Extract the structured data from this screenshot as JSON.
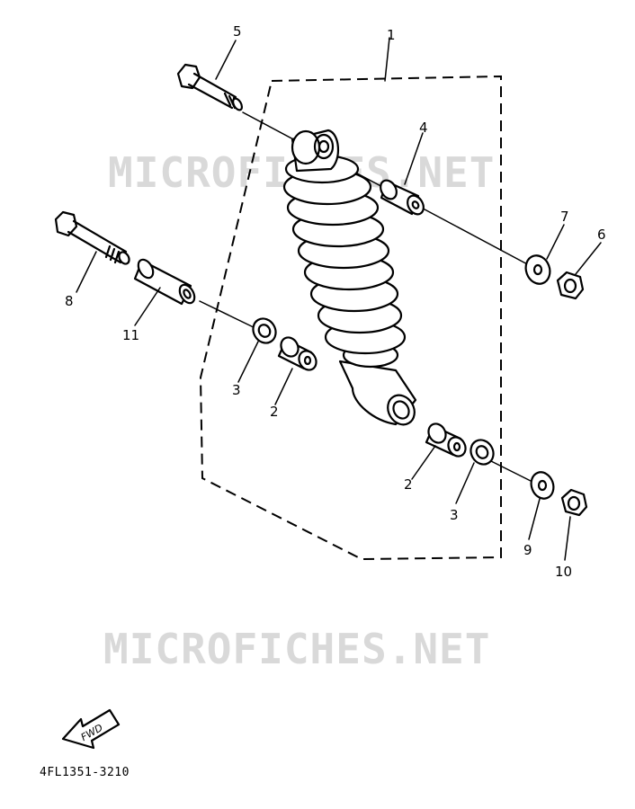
{
  "watermarks": [
    "MICROFICHES.NET",
    "MICROFICHES.NET"
  ],
  "callouts": {
    "p1": "1",
    "p2a": "2",
    "p2b": "2",
    "p3a": "3",
    "p3b": "3",
    "p4": "4",
    "p5": "5",
    "p6": "6",
    "p7": "7",
    "p8": "8",
    "p9": "9",
    "p10": "10",
    "p11": "11"
  },
  "fwd_label": "FWD",
  "part_code": "4FL1351-3210"
}
